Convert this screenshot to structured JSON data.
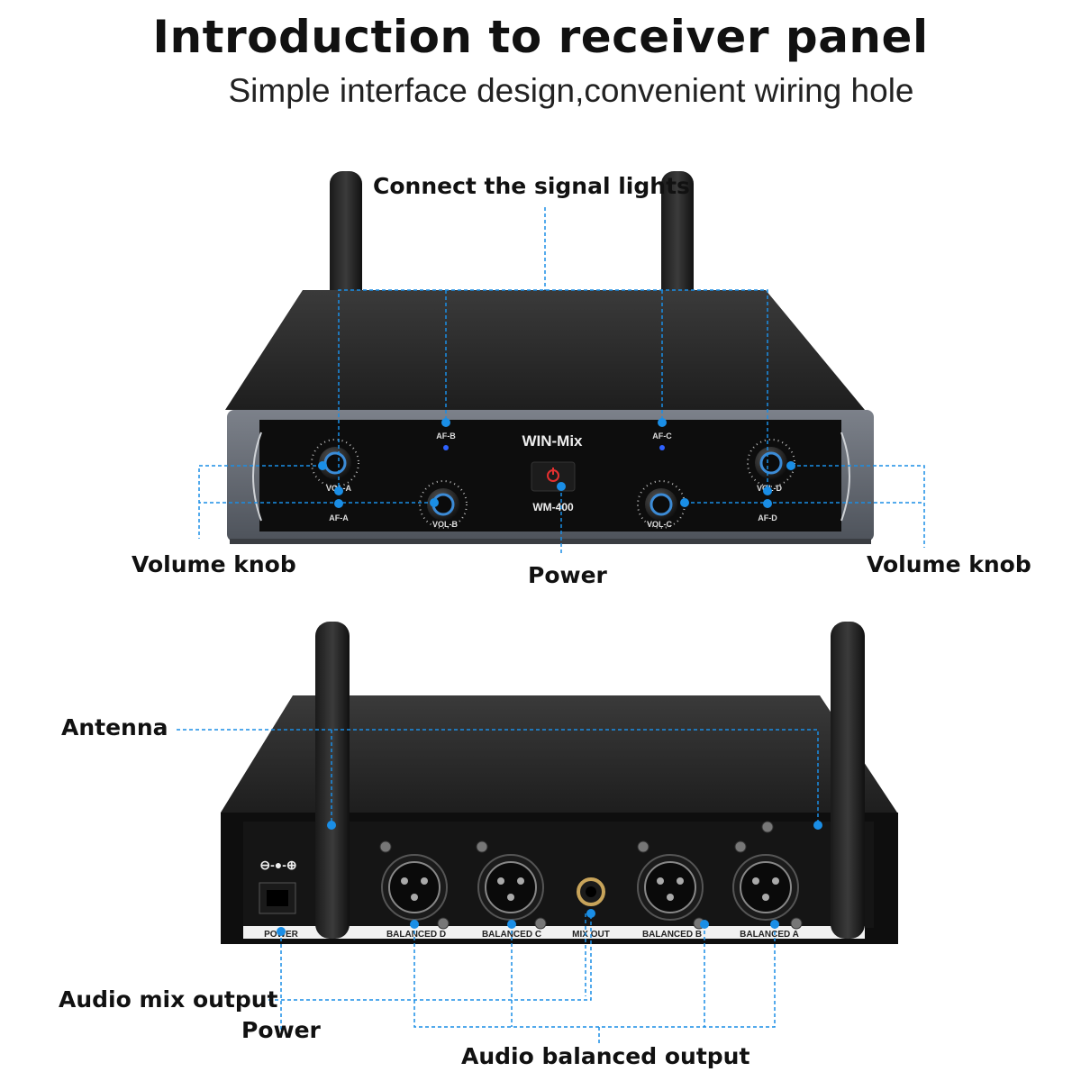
{
  "header": {
    "title": "Introduction to receiver panel",
    "subtitle": "Simple interface design,convenient wiring hole"
  },
  "front_panel": {
    "brand": "WIN-Mix",
    "model": "WM-400",
    "knob_labels": [
      "VOL-A",
      "VOL-B",
      "VOL-C",
      "VOL-D"
    ],
    "light_labels": [
      "AF-A",
      "AF-B",
      "AF-C",
      "AF-D"
    ],
    "callouts": {
      "signal_lights": "Connect the signal lights",
      "volume_left": "Volume knob",
      "volume_right": "Volume knob",
      "power": "Power"
    }
  },
  "rear_panel": {
    "port_labels": [
      "POWER",
      "BALANCED D",
      "BALANCED C",
      "MIX OUT",
      "BALANCED B",
      "BALANCED A"
    ],
    "dc_symbol": "⊖-●-⊕",
    "callouts": {
      "antenna": "Antenna",
      "mix_output": "Audio mix output",
      "power": "Power",
      "balanced_output": "Audio balanced output"
    }
  },
  "colors": {
    "accent": "#1a8ee6",
    "body": "#2a2a2a",
    "panel": "#0d0d0d",
    "frame": "#6b7079",
    "power_led": "#e53030"
  }
}
